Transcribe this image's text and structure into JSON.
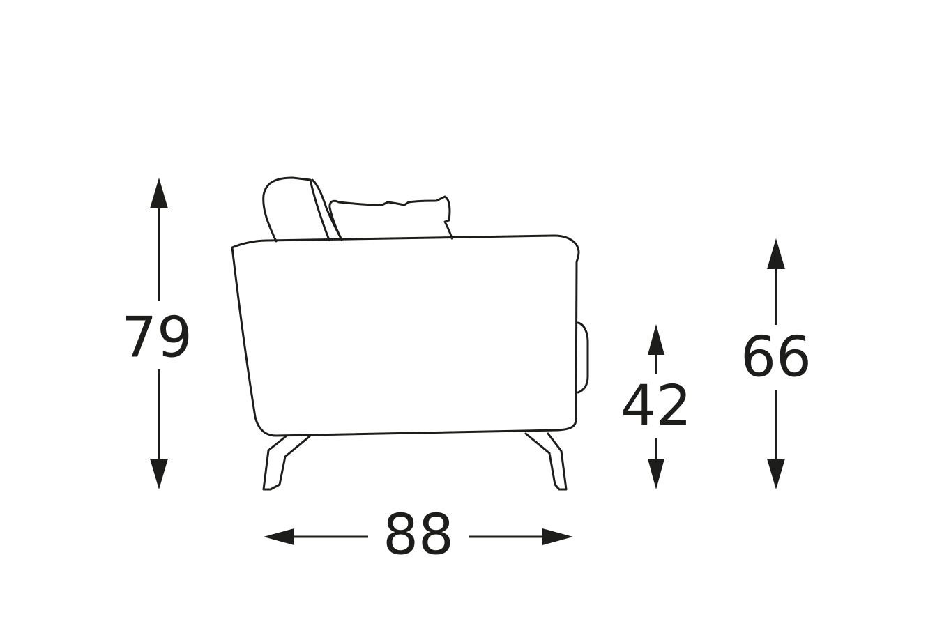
{
  "diagram": {
    "subject": "armchair-side-view",
    "line_color": "#1d1d1b",
    "background_color": "#ffffff",
    "dimensions": {
      "total_height": "79",
      "depth": "88",
      "seat_height": "42",
      "arm_height": "66"
    }
  }
}
